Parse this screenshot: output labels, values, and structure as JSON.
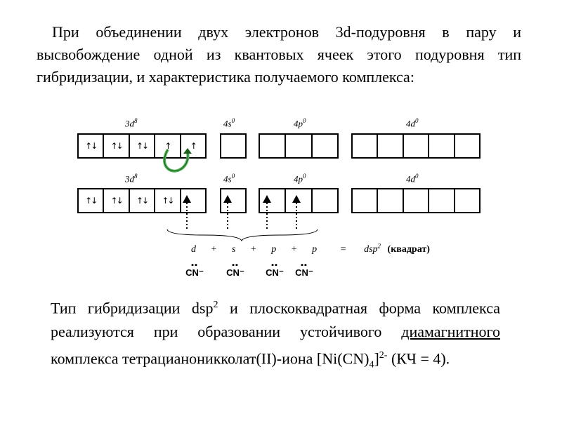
{
  "intro_text": "При объединении двух электронов 3d-подуровня в пару и высвобождение одной из квантовых ячеек этого подуровня тип гибридизации, и характеристика получаемого комплекса:",
  "row1": {
    "labels": {
      "3d": "3d",
      "3d_sup": "8",
      "4s": "4s",
      "4s_sup": "0",
      "4p": "4p",
      "4p_sup": "0",
      "4d": "4d",
      "4d_sup": "0"
    },
    "cells_3d": [
      "↑↓",
      "↑↓",
      "↑↓",
      "↑",
      "↑"
    ]
  },
  "row2": {
    "labels": {
      "3d": "3d",
      "3d_sup": "8",
      "4s": "4s",
      "4s_sup": "0",
      "4p": "4p",
      "4p_sup": "0",
      "4d": "4d",
      "4d_sup": "0"
    },
    "cells_3d": [
      "↑↓",
      "↑↓",
      "↑↓",
      "↑↓",
      ""
    ]
  },
  "equation": {
    "d": "d",
    "plus1": "+",
    "s": "s",
    "plus2": "+",
    "p1": "p",
    "plus3": "+",
    "p2": "p",
    "equals": "=",
    "result": "dsp",
    "result_sup": "2",
    "result_note": "(квадрат)"
  },
  "ligands": [
    "CN⁻",
    "CN⁻",
    "CN⁻",
    "CN⁻"
  ],
  "conclusion": {
    "part1": "Тип гибридизации dsp",
    "sup1": "2",
    "part2": " и плоскоквадратная форма комплекса реализуются при образовании устойчивого ",
    "underlined": "диамагнитного",
    "part3": " комплекса тетрацианоникколат(II)-иона [Ni(CN)",
    "sub1": "4",
    "part4": "]",
    "sup2": "2-",
    "part5": " (КЧ = 4)."
  }
}
